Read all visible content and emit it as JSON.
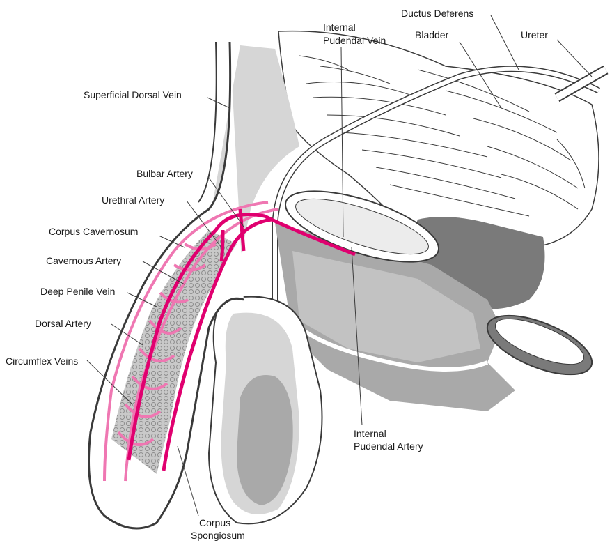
{
  "labels": {
    "ductus_deferens": "Ductus Deferens",
    "internal_pudendal_vein": [
      "Internal",
      "Pudendal Vein"
    ],
    "bladder": "Bladder",
    "ureter": "Ureter",
    "superficial_dorsal_vein": "Superficial Dorsal Vein",
    "bulbar_artery": "Bulbar Artery",
    "urethral_artery": "Urethral Artery",
    "corpus_cavernosum": "Corpus Cavernosum",
    "cavernous_artery": "Cavernous Artery",
    "deep_penile_vein": "Deep Penile Vein",
    "dorsal_artery": "Dorsal Artery",
    "circumflex_veins": "Circumflex Veins",
    "internal_pudendal_artery": [
      "Internal",
      "Pudendal Artery"
    ],
    "corpus_spongiosum": [
      "Corpus",
      "Spongiosum"
    ]
  },
  "colors": {
    "artery": "#e0006f",
    "vein": "#ef77b2",
    "tissue_light": "#d6d6d6",
    "tissue_mid": "#a9a9a9",
    "tissue_dark": "#7a7a7a",
    "outline": "#3a3a3a"
  }
}
